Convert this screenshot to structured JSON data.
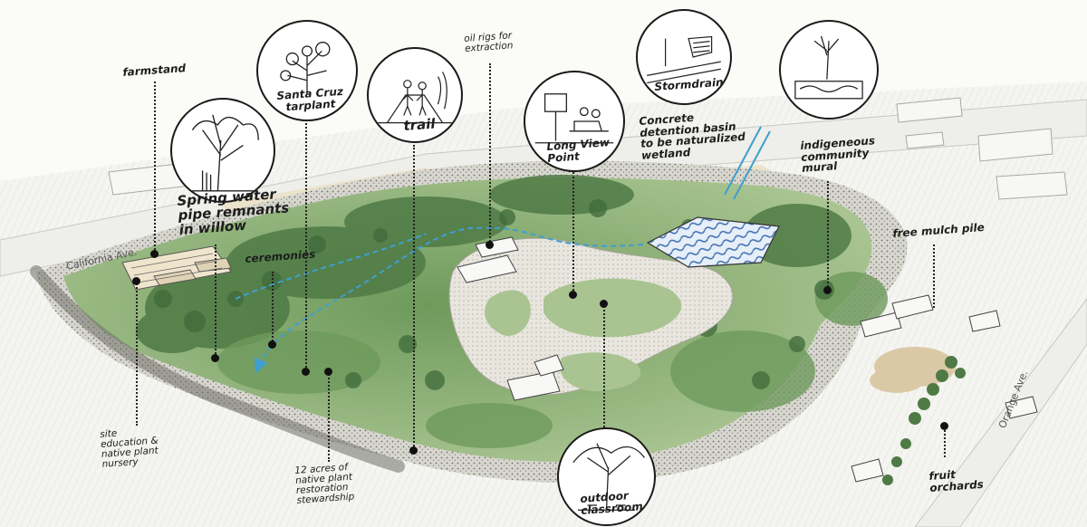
{
  "labels": {
    "farmstand": "farmstand",
    "santa_cruz_tarplant": "Santa Cruz\ntarplant",
    "trail": "trail",
    "oil_rigs": "oil rigs for\nextraction",
    "long_view_point": "Long View\nPoint",
    "stormdrain": "Stormdrain",
    "detention_basin": "Concrete\ndetention basin\nto be naturalized\nwetland",
    "indigenous_mural": "indigeneous\ncommunity\nmural",
    "spring_water": "Spring water\npipe remnants\nin willow",
    "ceremonies": "ceremonies",
    "free_mulch_pile": "free mulch pile",
    "site_education": "site\neducation &\nnative plant\nnursery",
    "twelve_acres": "12 acres of\nnative plant\nrestoration\nstewardship",
    "outdoor_classroom": "outdoor\nclassroom",
    "fruit_orchards": "fruit\norchards"
  },
  "roads": {
    "california_ave": "California Ave.",
    "orange_ave": "Orange Ave."
  },
  "colors": {
    "vegetation_dark": "#4f7a45",
    "vegetation_mid": "#7fa46a",
    "vegetation_light": "#a9c491",
    "path_gravel": "#cfcfc6",
    "water_arrow": "#3e9fd0",
    "sand": "#e6d8bd",
    "ink": "#1a1a1a"
  },
  "icons": {
    "vignettes": [
      "willow-tree-icon",
      "tarplant-icon",
      "trail-walkers-icon",
      "long-view-point-icon",
      "stormdrain-icon",
      "mural-icon",
      "outdoor-classroom-tree-icon"
    ]
  }
}
